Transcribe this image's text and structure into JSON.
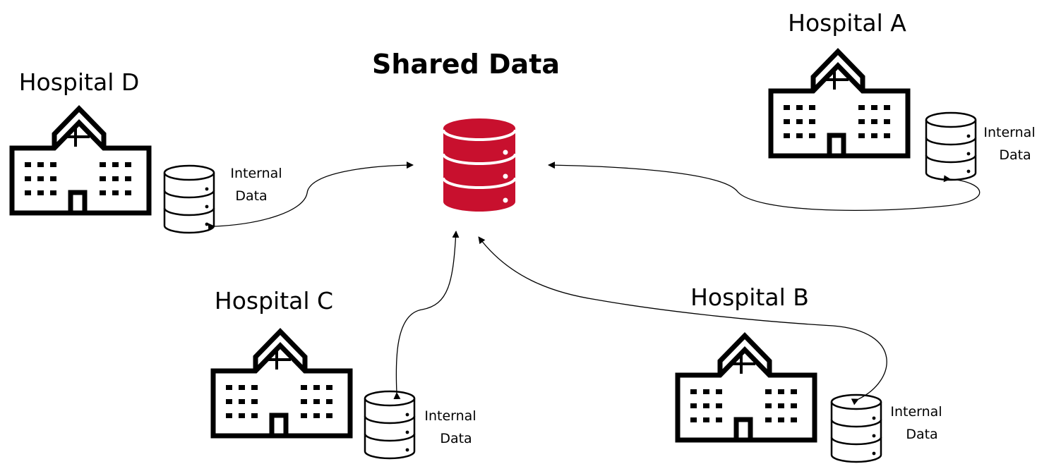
{
  "title": "Shared Data",
  "hospitals": [
    {
      "id": "a",
      "label": "Hospital A",
      "db_label_line1": "Internal",
      "db_label_line2": "Data"
    },
    {
      "id": "b",
      "label": "Hospital B",
      "db_label_line1": "Internal",
      "db_label_line2": "Data"
    },
    {
      "id": "c",
      "label": "Hospital C",
      "db_label_line1": "Internal",
      "db_label_line2": "Data"
    },
    {
      "id": "d",
      "label": "Hospital D",
      "db_label_line1": "Internal",
      "db_label_line2": "Data"
    }
  ],
  "colors": {
    "shared_db": "#c8102e",
    "lines": "#000000"
  },
  "icons": {
    "hospital": "hospital-building-icon",
    "shared_db": "database-icon",
    "internal_db": "database-icon"
  }
}
